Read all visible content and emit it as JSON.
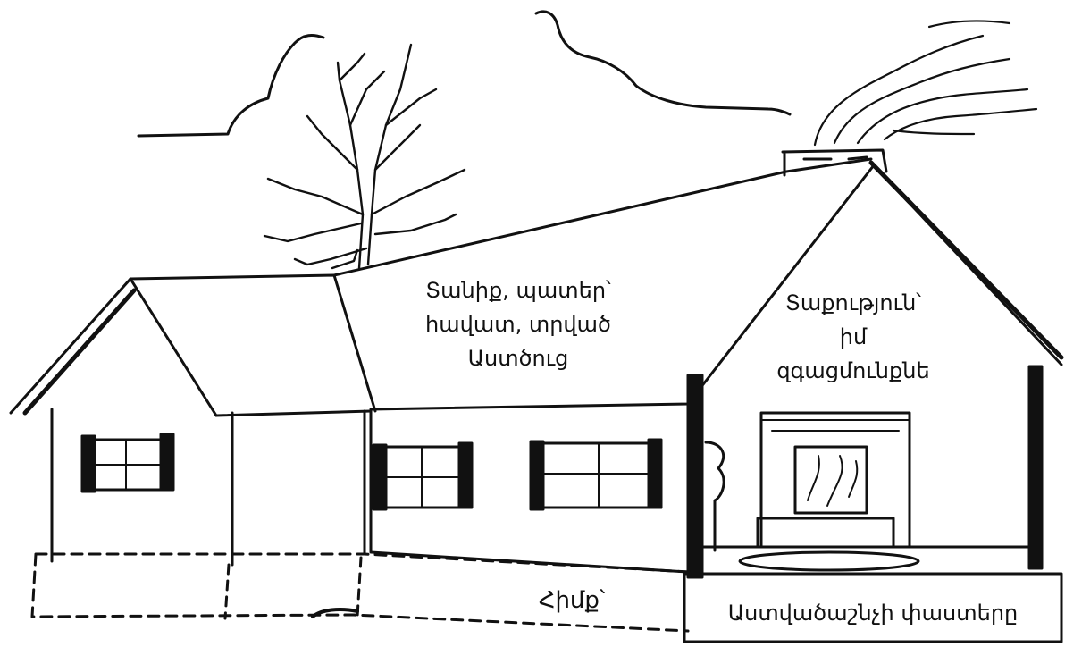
{
  "labels": {
    "roof": [
      "Տանիք, պատեր՝",
      "հավատ, տրված",
      "Աստծուց"
    ],
    "warmth": [
      "Տաքություն՝",
      "իմ",
      "զգացմունքնե"
    ],
    "foundation": "Հիմք՝",
    "scripture": "Աստվածաշնչի փաստերը"
  }
}
